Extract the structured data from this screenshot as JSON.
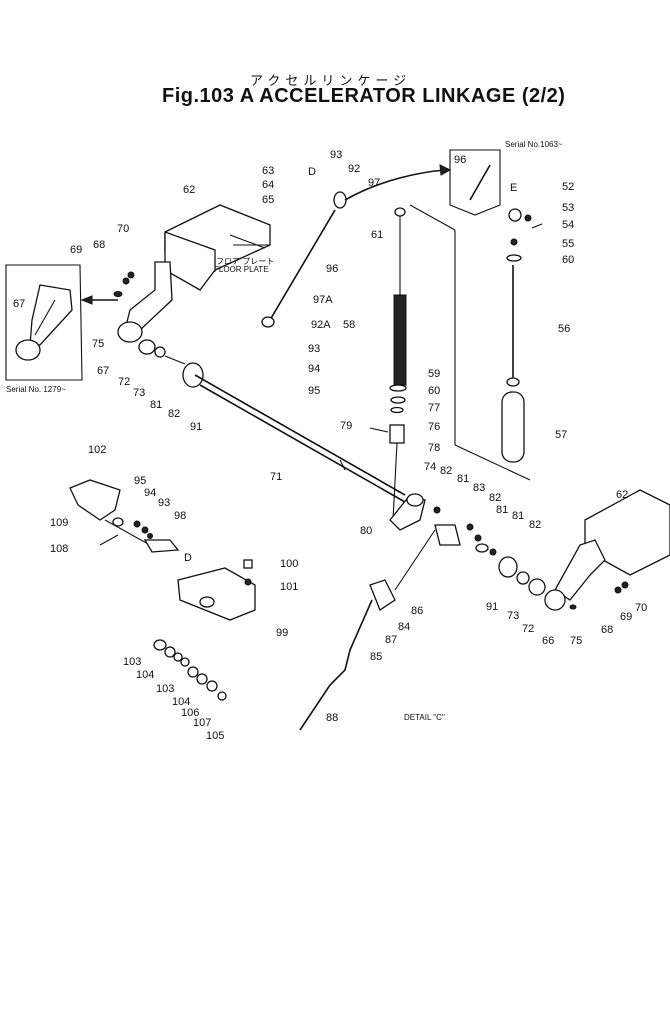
{
  "title": "Fig.103 A ACCELERATOR LINKAGE (2/2)",
  "title_jp": "アクセルリンケージ",
  "notes": {
    "serial_1063": "Serial No.1063~",
    "serial_1279": "Serial No. 1279~",
    "floor_plate_jp": "フロア プレート",
    "floor_plate": "FLOOR PLATE",
    "detail_c": "DETAIL \"C\"",
    "ref_d_top": "D",
    "ref_d_lower": "D",
    "ref_e": "E"
  },
  "callouts": {
    "c63": "63",
    "c64": "64",
    "c65": "65",
    "c93a": "93",
    "c92a": "92",
    "c97": "97",
    "c62a": "62",
    "c70a": "70",
    "c68a": "68",
    "c69a": "69",
    "c96a": "96",
    "c96b": "96",
    "c61": "61",
    "c97a": "97A",
    "c92b": "92A",
    "c58": "58",
    "c93b": "93",
    "c94a": "94",
    "c95a": "95",
    "c67a": "67",
    "c75a": "75",
    "c67b": "67",
    "c72a": "72",
    "c73a": "73",
    "c81a": "81",
    "c82a": "82",
    "c91a": "91",
    "c59": "59",
    "c60a": "60",
    "c77": "77",
    "c79": "79",
    "c76": "76",
    "c78": "78",
    "c71": "71",
    "c52": "52",
    "c53": "53",
    "c54": "54",
    "c55": "55",
    "c60b": "60",
    "c56": "56",
    "c57": "57",
    "c102": "102",
    "c95b": "95",
    "c94b": "94",
    "c93c": "93",
    "c98": "98",
    "c109": "109",
    "c108": "108",
    "c74": "74",
    "c82b": "82",
    "c81b": "81",
    "c83": "83",
    "c82c": "82",
    "c81c": "81",
    "c81d": "81",
    "c82d": "82",
    "c80": "80",
    "c62b": "62",
    "c100": "100",
    "c101": "101",
    "c99": "99",
    "c91b": "91",
    "c73b": "73",
    "c72b": "72",
    "c66": "66",
    "c75b": "75",
    "c68b": "68",
    "c69b": "69",
    "c70b": "70",
    "c86": "86",
    "c84": "84",
    "c87": "87",
    "c85": "85",
    "c103a": "103",
    "c104a": "104",
    "c103b": "103",
    "c104b": "104",
    "c106": "106",
    "c107": "107",
    "c105": "105",
    "c88": "88"
  }
}
